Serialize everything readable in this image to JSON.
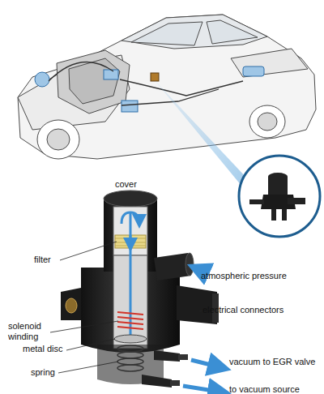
{
  "diagram": {
    "labels": [
      "cover",
      "filter",
      "atmospheric pressure",
      "electrical connectors",
      "solenoid winding",
      "metal disc",
      "spring",
      "vacuum to EGR valve",
      "to vacuum source"
    ]
  }
}
